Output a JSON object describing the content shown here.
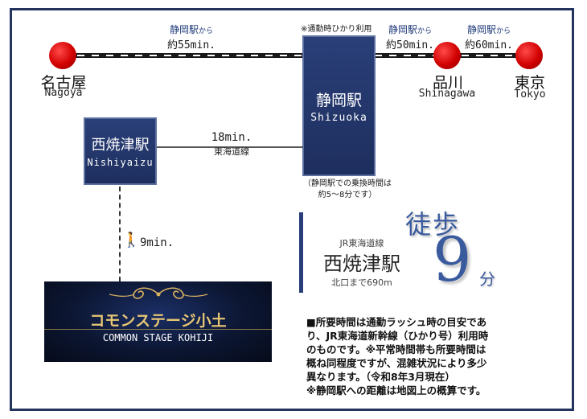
{
  "stations": {
    "nagoya": {
      "jp": "名古屋",
      "en": "Nagoya"
    },
    "shinagawa": {
      "jp": "品川",
      "en": "Shinagawa"
    },
    "tokyo": {
      "jp": "東京",
      "en": "Tokyo"
    },
    "shizuoka": {
      "jp": "静岡駅",
      "en": "Shizuoka"
    },
    "nishiyaizu": {
      "jp": "西焼津駅",
      "en": "Nishiyaizu"
    }
  },
  "times": {
    "nagoya": {
      "prefix": "静岡駅",
      "suffix": "から",
      "value": "約55min."
    },
    "shinagawa": {
      "prefix": "静岡駅",
      "suffix": "から",
      "value": "約50min."
    },
    "tokyo": {
      "prefix": "静岡駅",
      "suffix": "から",
      "value": "約60min."
    },
    "tokaido": {
      "value": "18min.",
      "line": "東海道線"
    },
    "walk_to_property": "9min."
  },
  "notes_top": "※通勤時ひかり利用",
  "transfer_note": [
    "（静岡駅での乗換時間は",
    "約5〜8分です）"
  ],
  "walk_panel": {
    "title": "徒歩",
    "number": "9",
    "unit": "分",
    "line": "JR東海道線",
    "station": "西焼津駅",
    "exit": "北口まで690m"
  },
  "property": {
    "name_jp": "コモンステージ小土",
    "name_en": "COMMON STAGE KOHIJI"
  },
  "disclaimer": [
    "■所要時間は通勤ラッシュ時の目安であ",
    "り、JR東海道新幹線（ひかり号）利用時",
    "のものです。※平常時間帯も所要時間は",
    "概ね同程度ですが、混雑状況により多少",
    "異なります。（令和8年3月現在）",
    "※静岡駅への距離は地図上の概算です。"
  ],
  "colors": {
    "navy": "#25345f",
    "accent_blue": "#1f3a7a",
    "station_red": "#d10000",
    "gold": "#d8b060"
  }
}
